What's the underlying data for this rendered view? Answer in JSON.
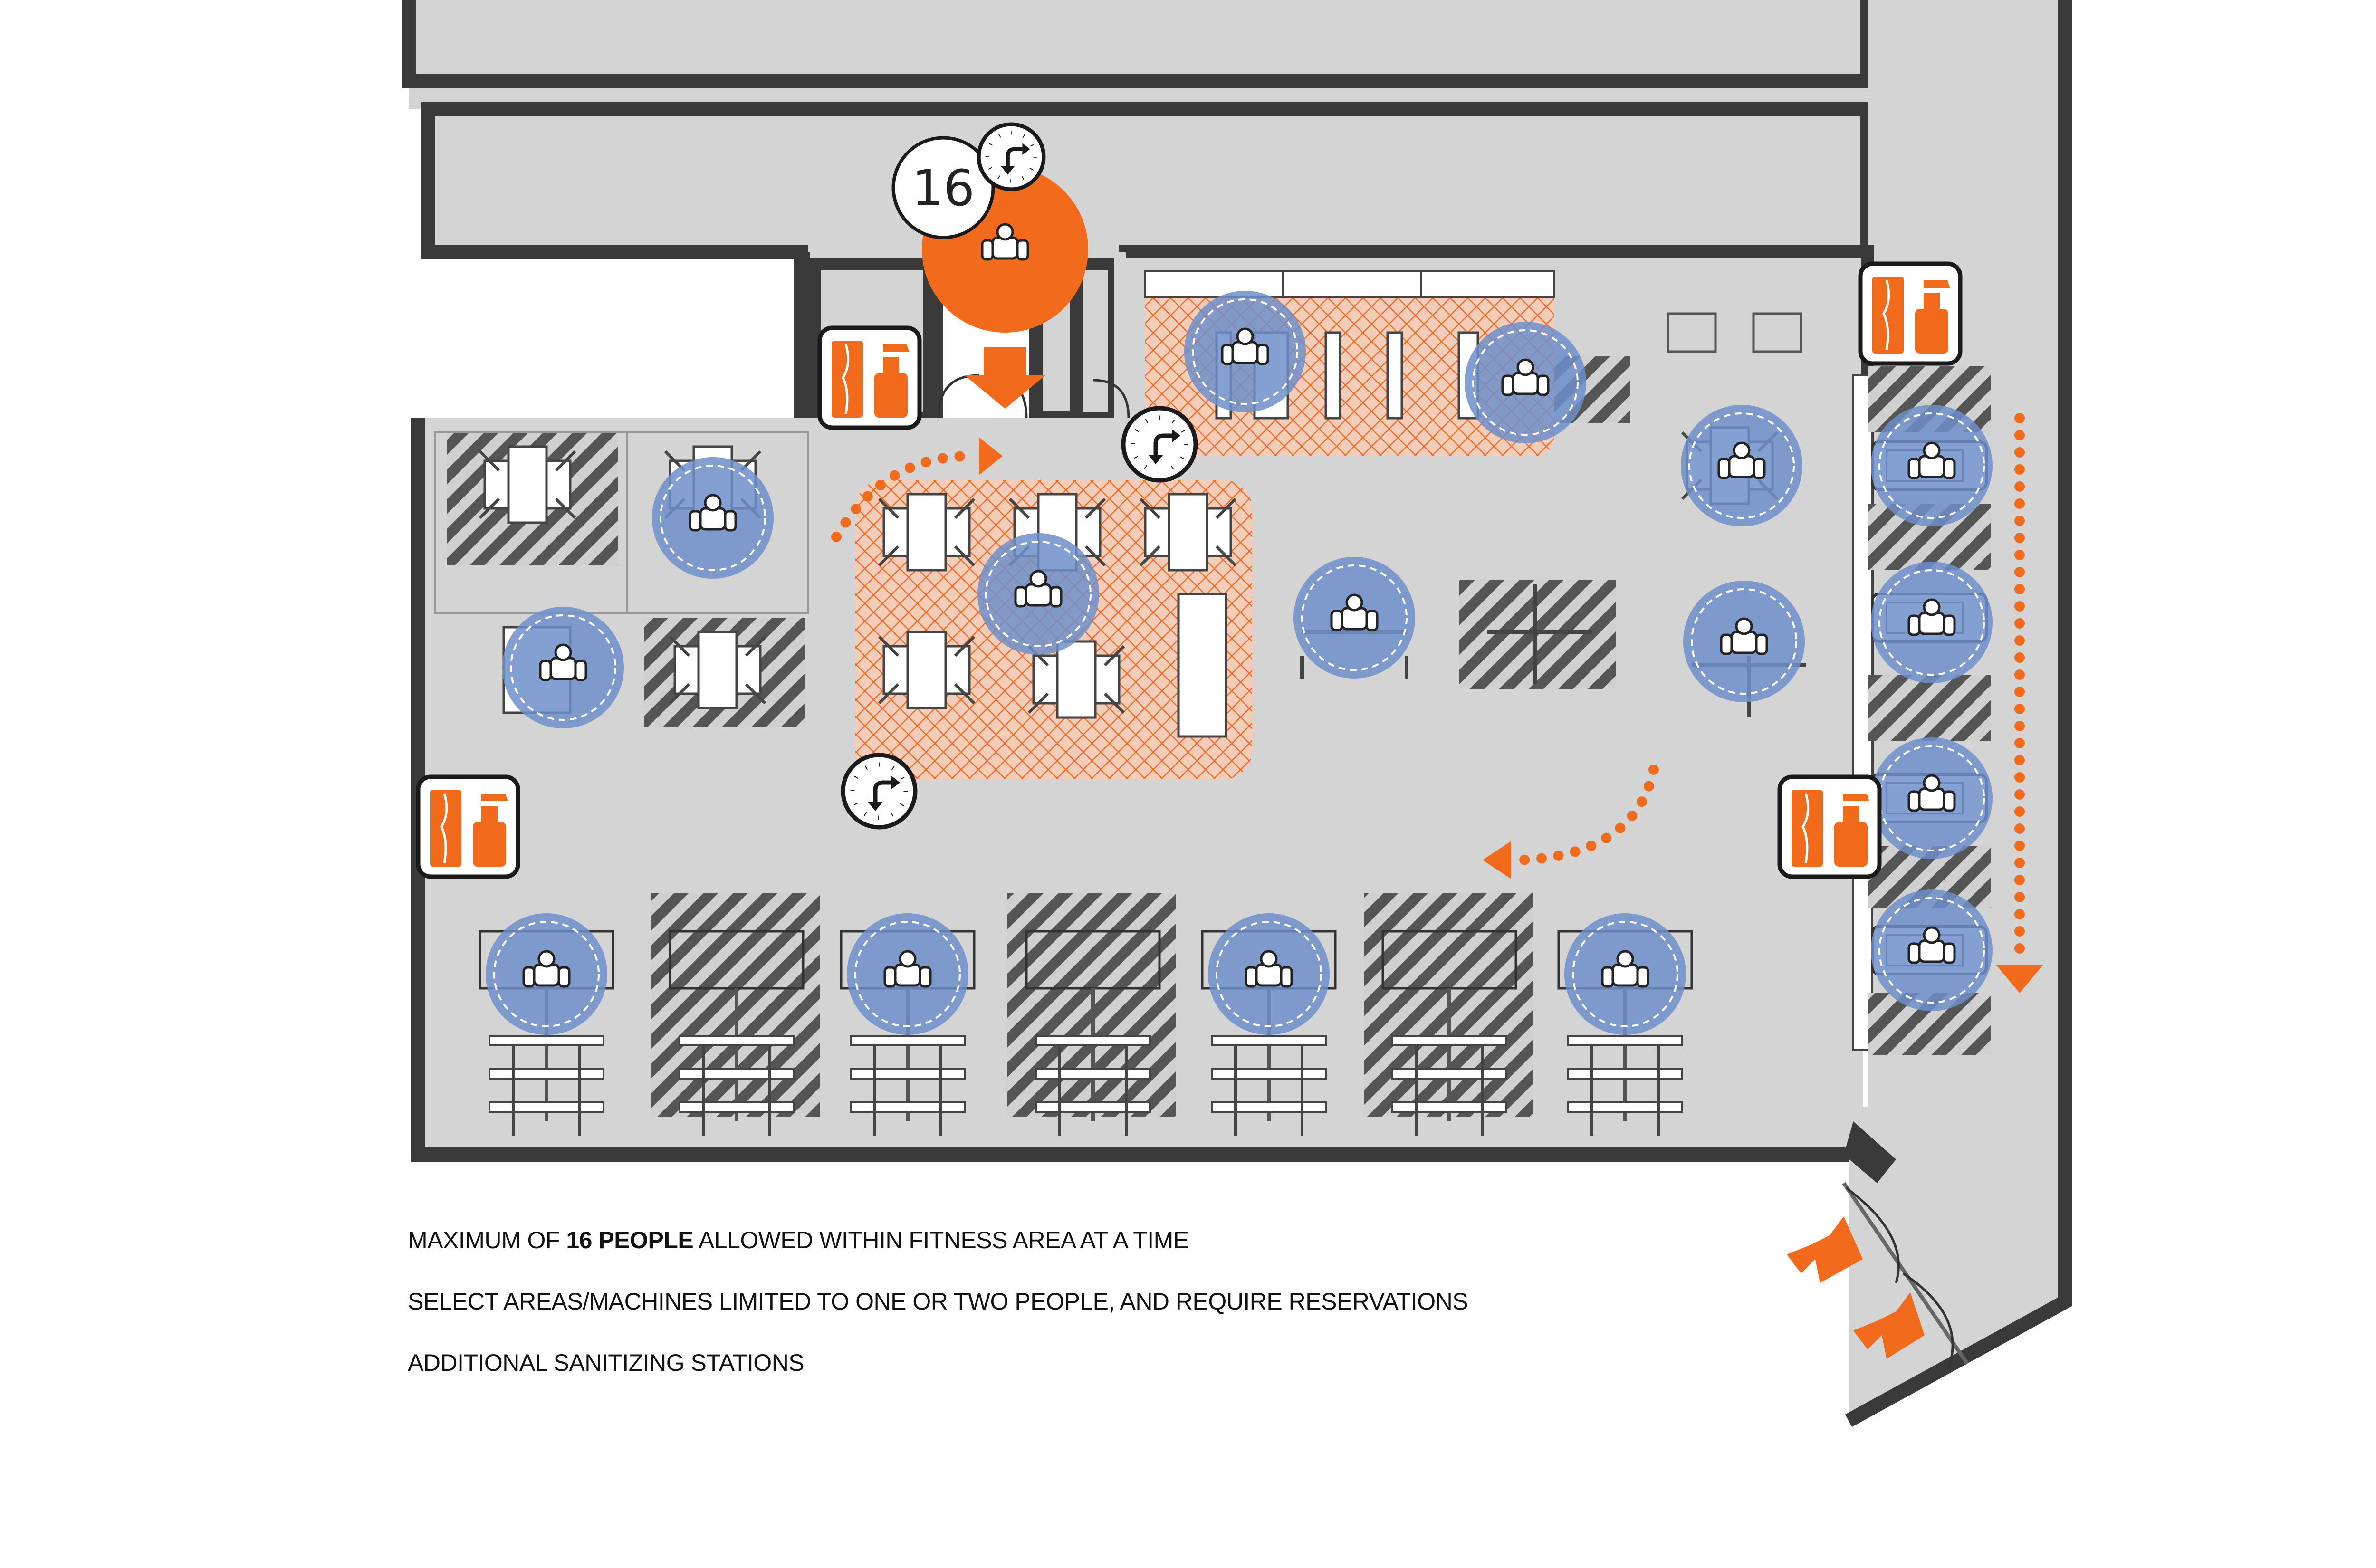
{
  "occupancy": {
    "max_people": "16"
  },
  "notes": {
    "line1_pre": "MAXIMUM OF ",
    "line1_bold": "16 PEOPLE",
    "line1_post": " ALLOWED WITHIN FITNESS AREA AT A TIME",
    "line2": "SELECT AREAS/MACHINES LIMITED TO ONE OR TWO PEOPLE, AND REQUIRE RESERVATIONS",
    "line3": "ADDITIONAL SANITIZING STATIONS"
  },
  "icons": [
    "clock-icon",
    "sanitizing-station-icon",
    "person-icon",
    "arrow-icon"
  ],
  "colors": {
    "floor": "#d4d4d4",
    "wall": "#3a3a3a",
    "accent_orange": "#f26b1d",
    "reservation_hatch": "#f2a987",
    "user_zone_blue": "#6f8fca",
    "closed_hatch": "#555555"
  }
}
